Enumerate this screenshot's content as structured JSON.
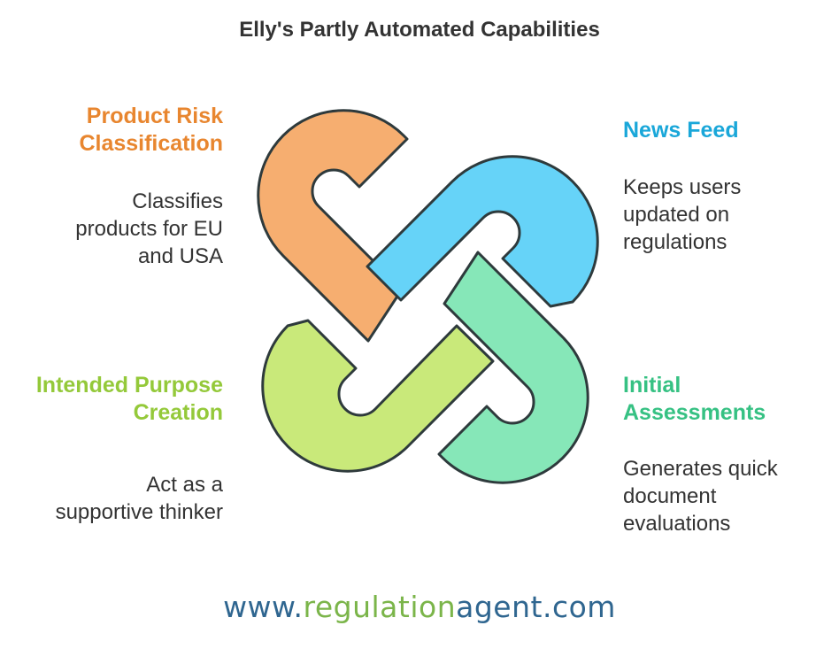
{
  "title": "Elly's Partly Automated Capabilities",
  "colors": {
    "orange": "#f6ae70",
    "blue": "#66d3f8",
    "green": "#86e7b8",
    "lime": "#c9e97a",
    "outline": "#2e3a3c",
    "orange_text": "#e8862f",
    "blue_text": "#1aa7d9",
    "green_text": "#36c183",
    "lime_text": "#94c93a",
    "footer_blue": "#2f6690",
    "footer_green": "#7bb54a"
  },
  "sections": [
    {
      "id": "product-risk",
      "heading": [
        "Product Risk",
        "Classification"
      ],
      "description": [
        "Classifies",
        "products for EU",
        "and USA"
      ]
    },
    {
      "id": "news-feed",
      "heading": [
        "News Feed"
      ],
      "description": [
        "Keeps users",
        "updated on",
        "regulations"
      ]
    },
    {
      "id": "intended-purpose",
      "heading": [
        "Intended Purpose",
        "Creation"
      ],
      "description": [
        "Act as a",
        "supportive thinker"
      ]
    },
    {
      "id": "initial-assessments",
      "heading": [
        "Initial",
        "Assessments"
      ],
      "description": [
        "Generates quick",
        "document",
        "evaluations"
      ]
    }
  ],
  "footer": {
    "prefix": "www.",
    "mid_green": "regulation",
    "mid_blue": "agent",
    "suffix": ".com"
  }
}
